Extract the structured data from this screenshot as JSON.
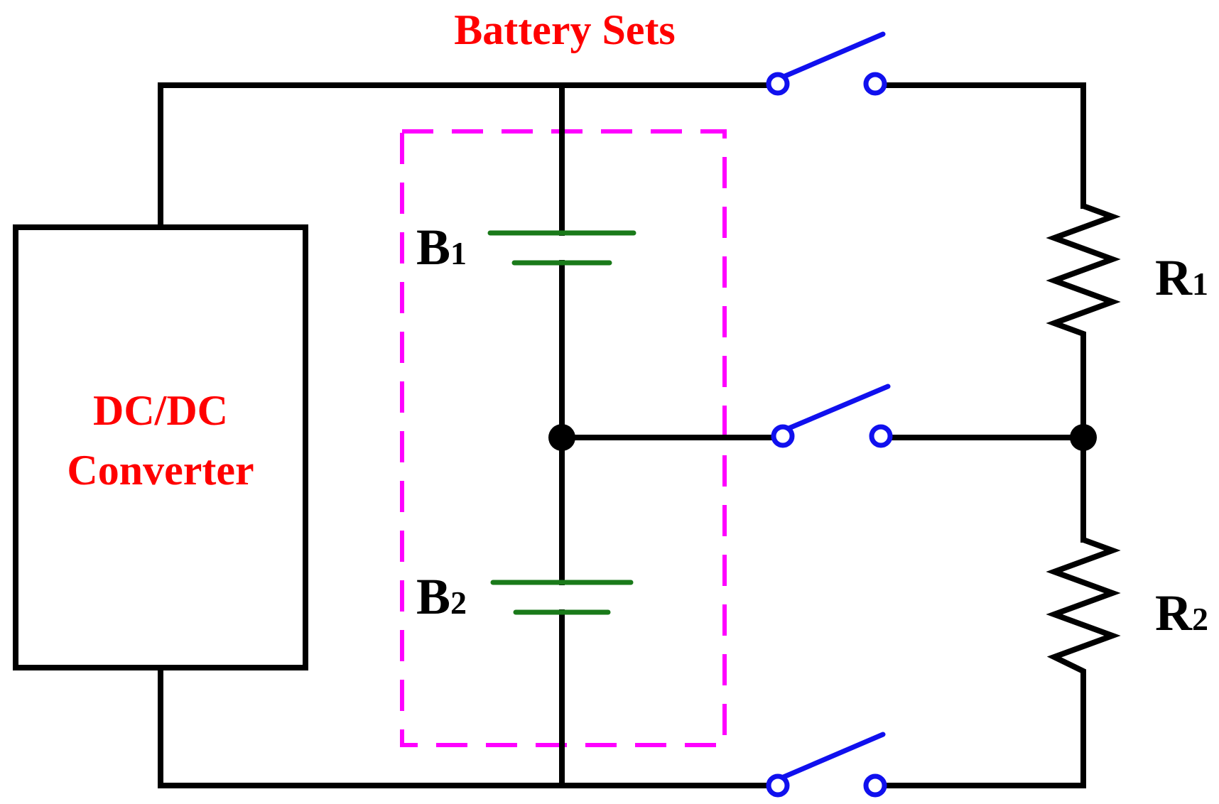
{
  "title": "Battery Sets",
  "converter": {
    "line1": "DC/DC",
    "line2": "Converter"
  },
  "batteries": [
    {
      "letter": "B",
      "index": "1"
    },
    {
      "letter": "B",
      "index": "2"
    }
  ],
  "resistors": [
    {
      "letter": "R",
      "index": "1"
    },
    {
      "letter": "R",
      "index": "2"
    }
  ],
  "colors": {
    "wire": "#000000",
    "label_red": "#ff0000",
    "battery_plate": "#1a7a1a",
    "switch": "#1010ee",
    "battery_group_box": "#ff00ff"
  },
  "icons": [
    "switch-icon",
    "battery-icon",
    "resistor-icon",
    "junction-node"
  ]
}
